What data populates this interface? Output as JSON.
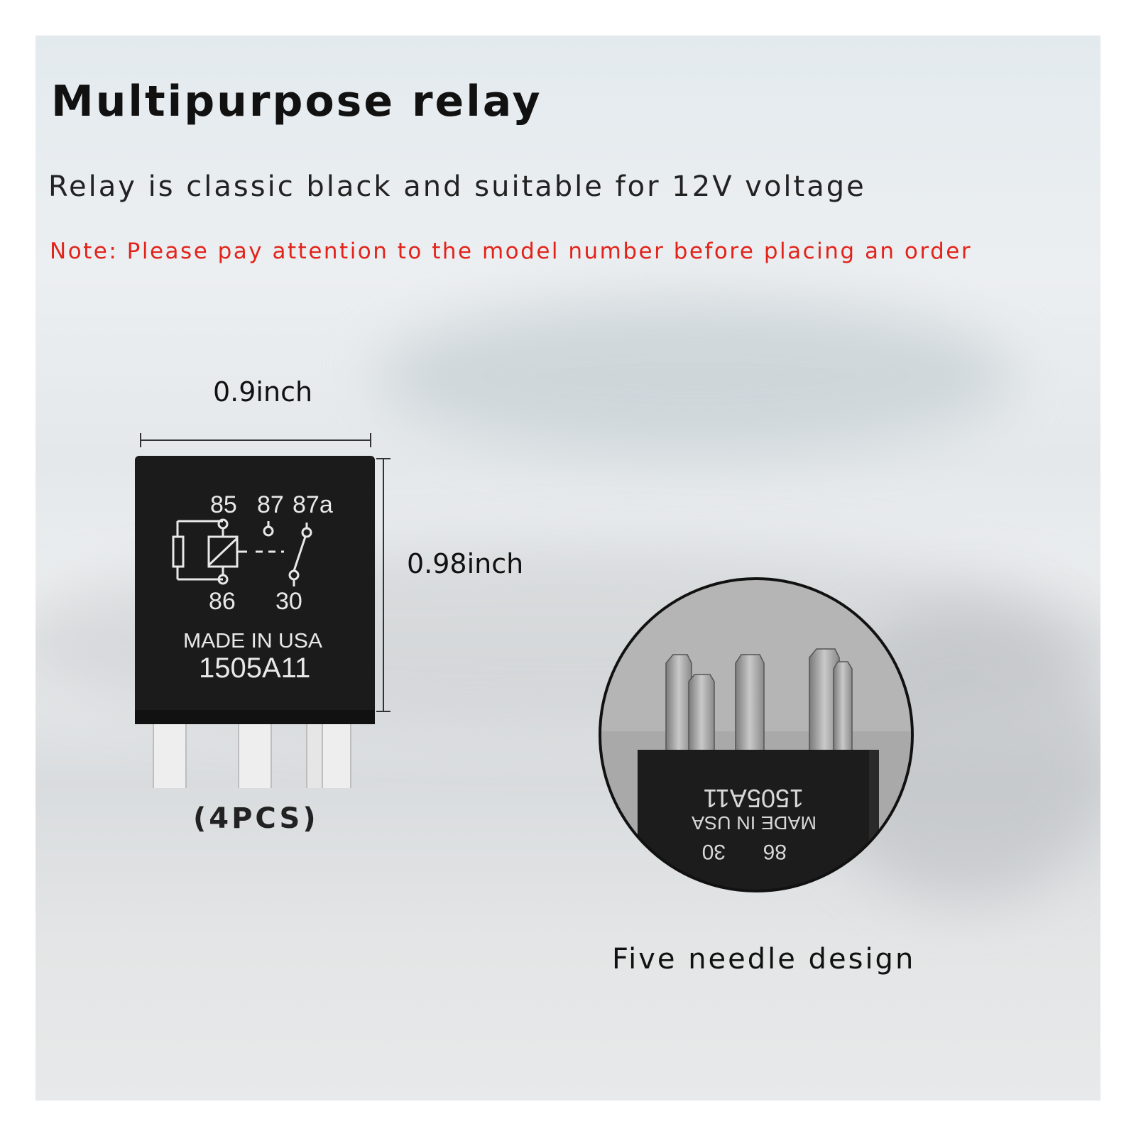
{
  "heading": {
    "title": "Multipurpose relay",
    "subtitle": "Relay is classic black and suitable for 12V voltage",
    "note": "Note: Please pay attention to the model number before placing an order"
  },
  "dimensions": {
    "width": "0.9inch",
    "height": "0.98inch"
  },
  "relay": {
    "pins_top": [
      "85",
      "87",
      "87a"
    ],
    "pins_bottom": [
      "86",
      "30"
    ],
    "made_in": "MADE IN USA",
    "model": "1505A11"
  },
  "quantity": "(4PCS)",
  "closeup": {
    "model": "1505A11",
    "made_in": "MADE IN USA",
    "pins": [
      "30",
      "86"
    ],
    "caption": "Five needle design"
  },
  "colors": {
    "note": "#e2231a",
    "relay_body": "#1b1b1b"
  }
}
